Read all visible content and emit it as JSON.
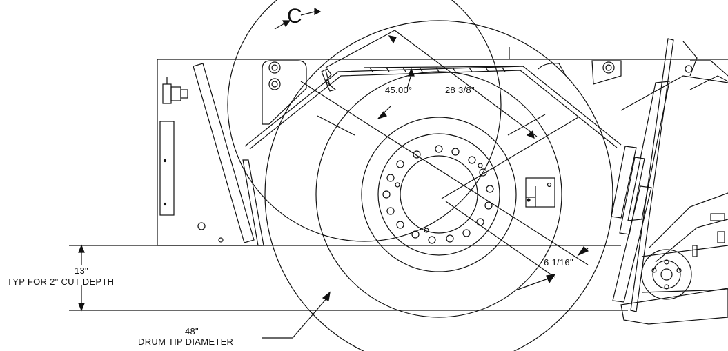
{
  "view": {
    "letter": "C"
  },
  "dimensions": {
    "angle": "45.00°",
    "length_top": "28 3/8\"",
    "offset": "6 1/16\"",
    "height_value": "13\"",
    "height_note": "TYP FOR 2\" CUT DEPTH",
    "drum_value": "48\"",
    "drum_note": "DRUM TIP DIAMETER"
  },
  "colors": {
    "line": "#111111",
    "background": "#ffffff"
  }
}
